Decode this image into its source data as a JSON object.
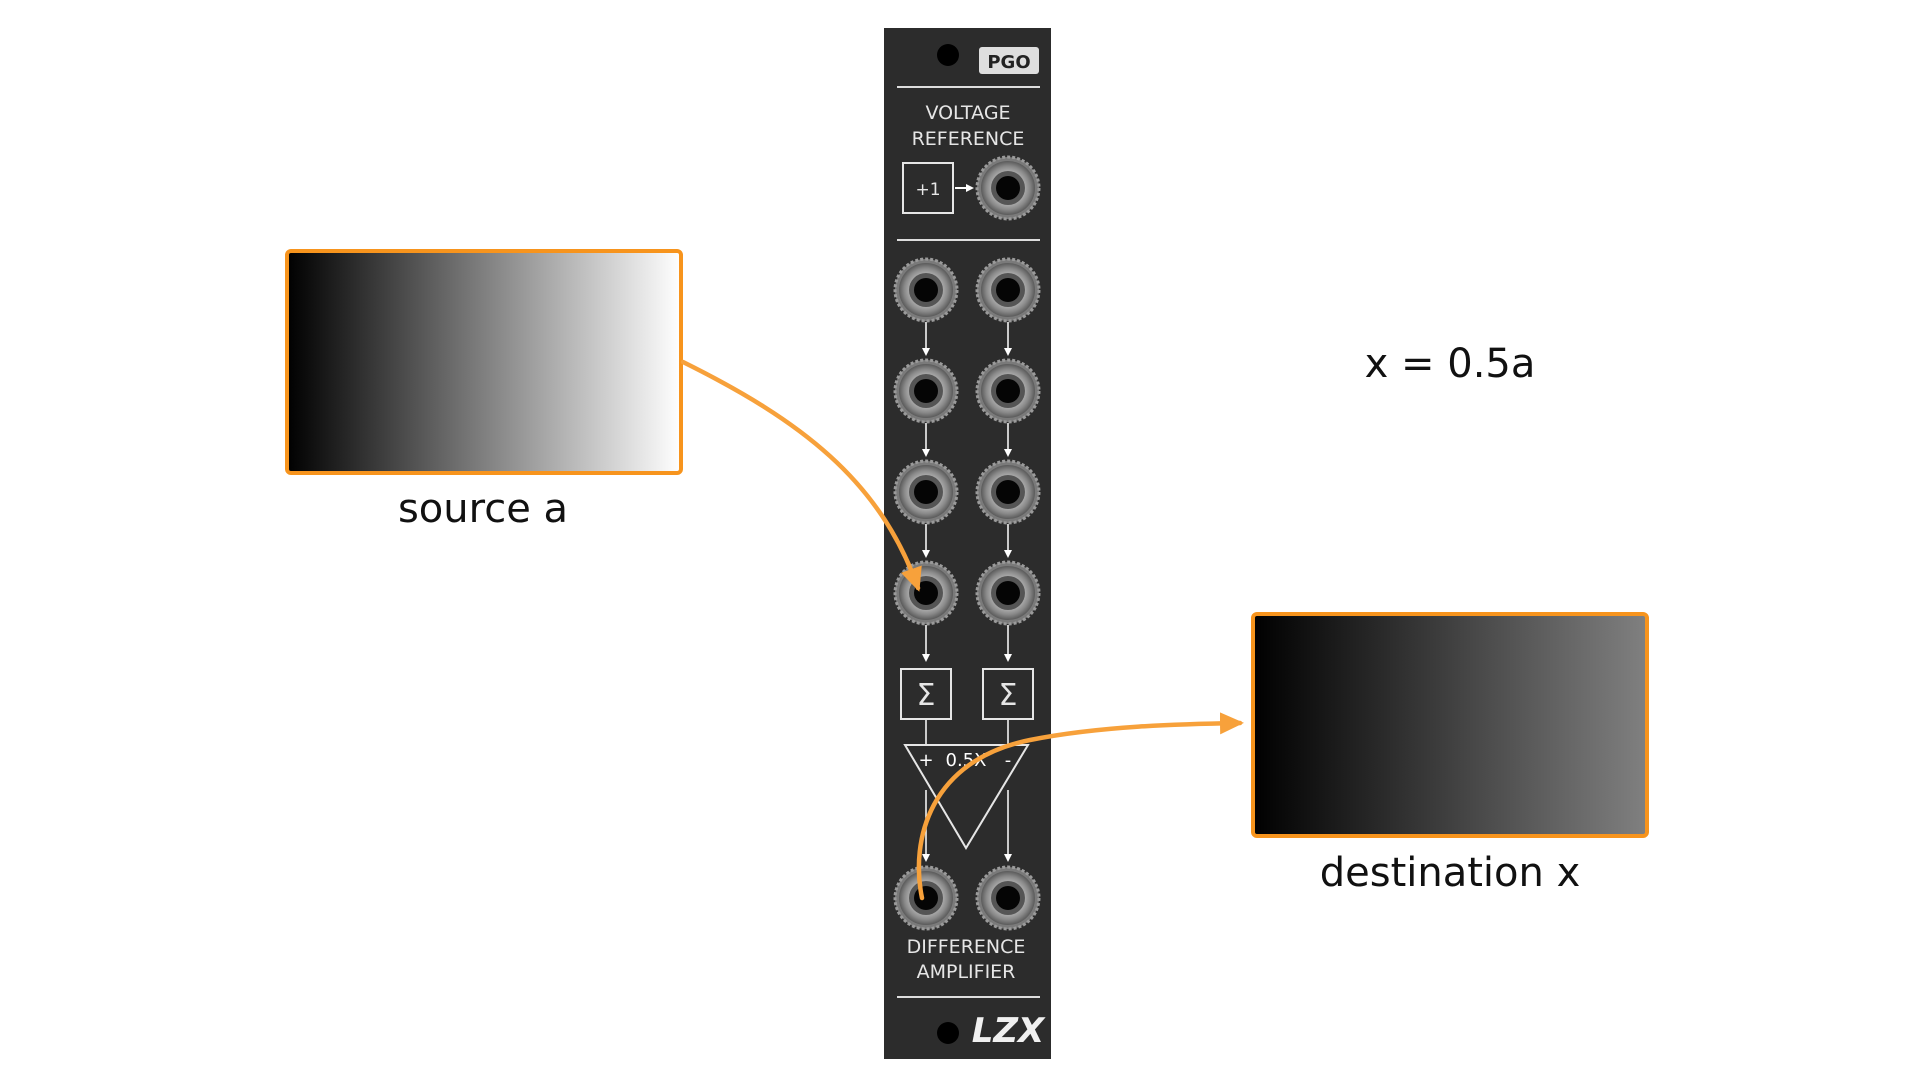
{
  "module": {
    "name": "PGO",
    "top_label_line1": "VOLTAGE",
    "top_label_line2": "REFERENCE",
    "ref_box_label": "+1",
    "sum_symbol": "Σ",
    "amp_plus": "+",
    "amp_gain": "0.5X",
    "amp_minus": "-",
    "bottom_label_line1": "DIFFERENCE",
    "bottom_label_line2": "AMPLIFIER",
    "brand": "LZX",
    "panel_color": "#2c2c2c"
  },
  "source": {
    "label": "source a",
    "gradient": [
      "#000000",
      "#ffffff"
    ],
    "border_color": "#f7941d"
  },
  "destination": {
    "label": "destination x",
    "gradient": [
      "#000000",
      "#808080"
    ],
    "border_color": "#f7941d"
  },
  "equation": "x = 0.5a",
  "cable_color": "#f7a13b"
}
